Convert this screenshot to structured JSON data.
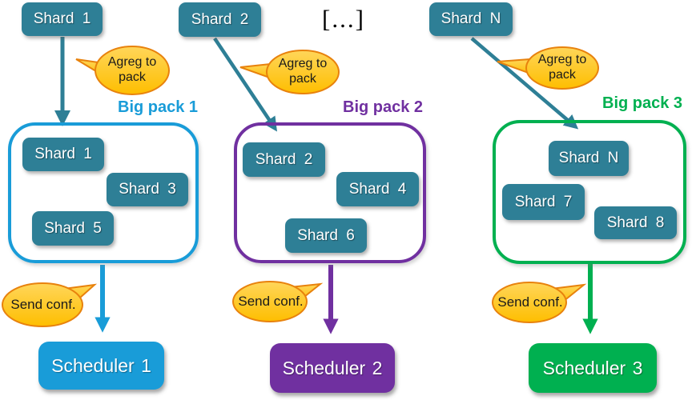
{
  "ellipsis": {
    "text": "[...]"
  },
  "columns": [
    {
      "source_shard": {
        "label": "Shard 1"
      },
      "agreg_bubble": {
        "text": "Agreg to pack"
      },
      "pack": {
        "title": "Big pack 1",
        "color": "#199CD8",
        "shards": [
          {
            "label": "Shard 1"
          },
          {
            "label": "Shard 3"
          },
          {
            "label": "Shard 5"
          }
        ]
      },
      "send_bubble": {
        "text": "Send conf."
      },
      "scheduler": {
        "label": "Scheduler 1",
        "color": "#199CD8"
      }
    },
    {
      "source_shard": {
        "label": "Shard 2"
      },
      "agreg_bubble": {
        "text": "Agreg to pack"
      },
      "pack": {
        "title": "Big pack 2",
        "color": "#7030A0",
        "shards": [
          {
            "label": "Shard 2"
          },
          {
            "label": "Shard 4"
          },
          {
            "label": "Shard 6"
          }
        ]
      },
      "send_bubble": {
        "text": "Send conf."
      },
      "scheduler": {
        "label": "Scheduler 2",
        "color": "#7030A0"
      }
    },
    {
      "source_shard": {
        "label": "Shard N"
      },
      "agreg_bubble": {
        "text": "Agreg to pack"
      },
      "pack": {
        "title": "Big pack 3",
        "color": "#00B050",
        "shards": [
          {
            "label": "Shard N"
          },
          {
            "label": "Shard 7"
          },
          {
            "label": "Shard 8"
          }
        ]
      },
      "send_bubble": {
        "text": "Send conf."
      },
      "scheduler": {
        "label": "Scheduler 3",
        "color": "#00B050"
      }
    }
  ],
  "colors": {
    "shard_fill": "#2E7F96",
    "arrow_teal": "#2E7F96",
    "blue": "#199CD8",
    "purple": "#7030A0",
    "green": "#00B050",
    "bubble_fill": "#FFC000",
    "bubble_border": "#E8820D",
    "background": "#FFFFFF"
  }
}
